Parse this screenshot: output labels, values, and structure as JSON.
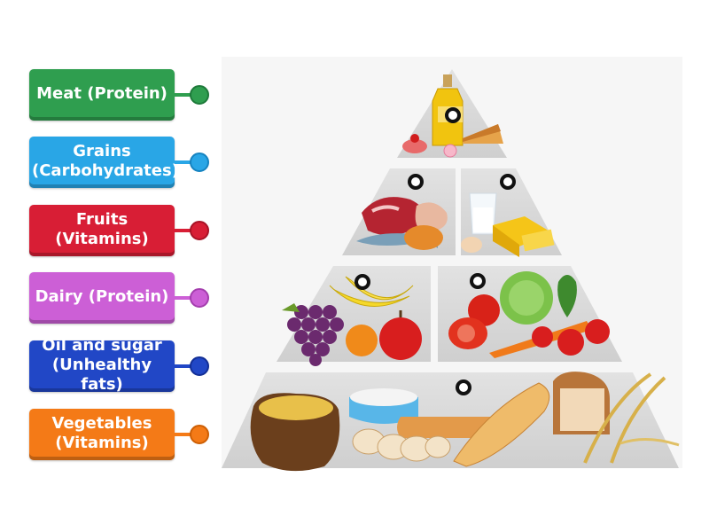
{
  "labels": [
    {
      "text": "Meat (Protein)",
      "color": "#2f9e4f",
      "dark": "#1e7a3a"
    },
    {
      "text": "Grains (Carbohydrates)",
      "color": "#29a6e6",
      "dark": "#1683c0"
    },
    {
      "text": "Fruits (Vitamins)",
      "color": "#d81e35",
      "dark": "#a81326"
    },
    {
      "text": "Dairy (Protein)",
      "color": "#cc5fd6",
      "dark": "#a43eae"
    },
    {
      "text": "Oil and sugar (Unhealthy fats)",
      "color": "#2147c6",
      "dark": "#132f96"
    },
    {
      "text": "Vegetables (Vitamins)",
      "color": "#f47a17",
      "dark": "#cd5f05"
    }
  ],
  "pyramid": {
    "tiers": [
      "top",
      "second",
      "third",
      "base"
    ]
  }
}
